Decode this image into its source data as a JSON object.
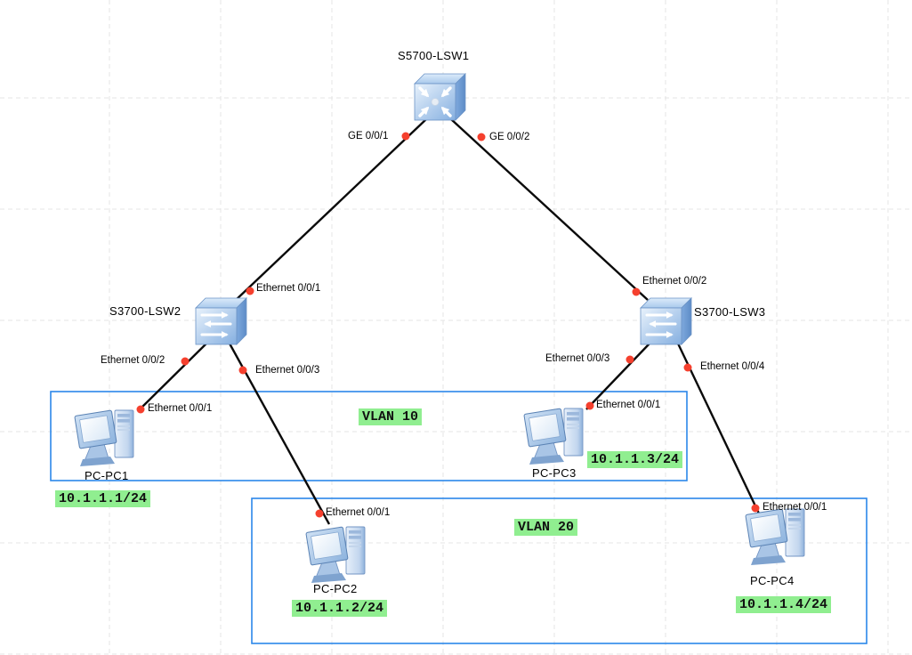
{
  "app": {
    "view": "network-topology-canvas",
    "grid_visible": true
  },
  "colors": {
    "background": "#ffffff",
    "grid_line": "#e4e4e4",
    "link": "#000000",
    "port_dot": "#f5402e",
    "vlan_box_border": "#2b87e9",
    "annotation_bg": "#90ee90",
    "device_icon_blue": "#8cb4e2"
  },
  "devices": {
    "lsw1": {
      "name": "S5700-LSW1",
      "kind": "layer3-switch"
    },
    "lsw2": {
      "name": "S3700-LSW2",
      "kind": "layer2-switch"
    },
    "lsw3": {
      "name": "S3700-LSW3",
      "kind": "layer2-switch"
    },
    "pc1": {
      "name": "PC-PC1",
      "kind": "pc"
    },
    "pc2": {
      "name": "PC-PC2",
      "kind": "pc"
    },
    "pc3": {
      "name": "PC-PC3",
      "kind": "pc"
    },
    "pc4": {
      "name": "PC-PC4",
      "kind": "pc"
    }
  },
  "port_labels": {
    "lsw1_ge1": "GE 0/0/1",
    "lsw1_ge2": "GE 0/0/2",
    "lsw2_eth1": "Ethernet 0/0/1",
    "lsw2_eth2": "Ethernet 0/0/2",
    "lsw2_eth3": "Ethernet 0/0/3",
    "lsw3_eth2": "Ethernet 0/0/2",
    "lsw3_eth3": "Ethernet 0/0/3",
    "lsw3_eth4": "Ethernet 0/0/4",
    "pc1_eth1": "Ethernet 0/0/1",
    "pc2_eth1": "Ethernet 0/0/1",
    "pc3_eth1": "Ethernet 0/0/1",
    "pc4_eth1": "Ethernet 0/0/1"
  },
  "annotations": {
    "vlan10": "VLAN 10",
    "vlan20": "VLAN 20",
    "pc1_ip": "10.1.1.1/24",
    "pc2_ip": "10.1.1.2/24",
    "pc3_ip": "10.1.1.3/24",
    "pc4_ip": "10.1.1.4/24"
  },
  "links": [
    {
      "from": "S5700-LSW1",
      "from_port": "GE 0/0/1",
      "to": "S3700-LSW2",
      "to_port": "Ethernet 0/0/1"
    },
    {
      "from": "S5700-LSW1",
      "from_port": "GE 0/0/2",
      "to": "S3700-LSW3",
      "to_port": "Ethernet 0/0/2"
    },
    {
      "from": "S3700-LSW2",
      "from_port": "Ethernet 0/0/2",
      "to": "PC-PC1",
      "to_port": "Ethernet 0/0/1"
    },
    {
      "from": "S3700-LSW2",
      "from_port": "Ethernet 0/0/3",
      "to": "PC-PC2",
      "to_port": "Ethernet 0/0/1"
    },
    {
      "from": "S3700-LSW3",
      "from_port": "Ethernet 0/0/3",
      "to": "PC-PC3",
      "to_port": "Ethernet 0/0/1"
    },
    {
      "from": "S3700-LSW3",
      "from_port": "Ethernet 0/0/4",
      "to": "PC-PC4",
      "to_port": "Ethernet 0/0/1"
    }
  ],
  "vlan_groups": [
    {
      "label": "VLAN 10",
      "members": [
        "PC-PC1",
        "PC-PC3"
      ]
    },
    {
      "label": "VLAN 20",
      "members": [
        "PC-PC2",
        "PC-PC4"
      ]
    }
  ]
}
